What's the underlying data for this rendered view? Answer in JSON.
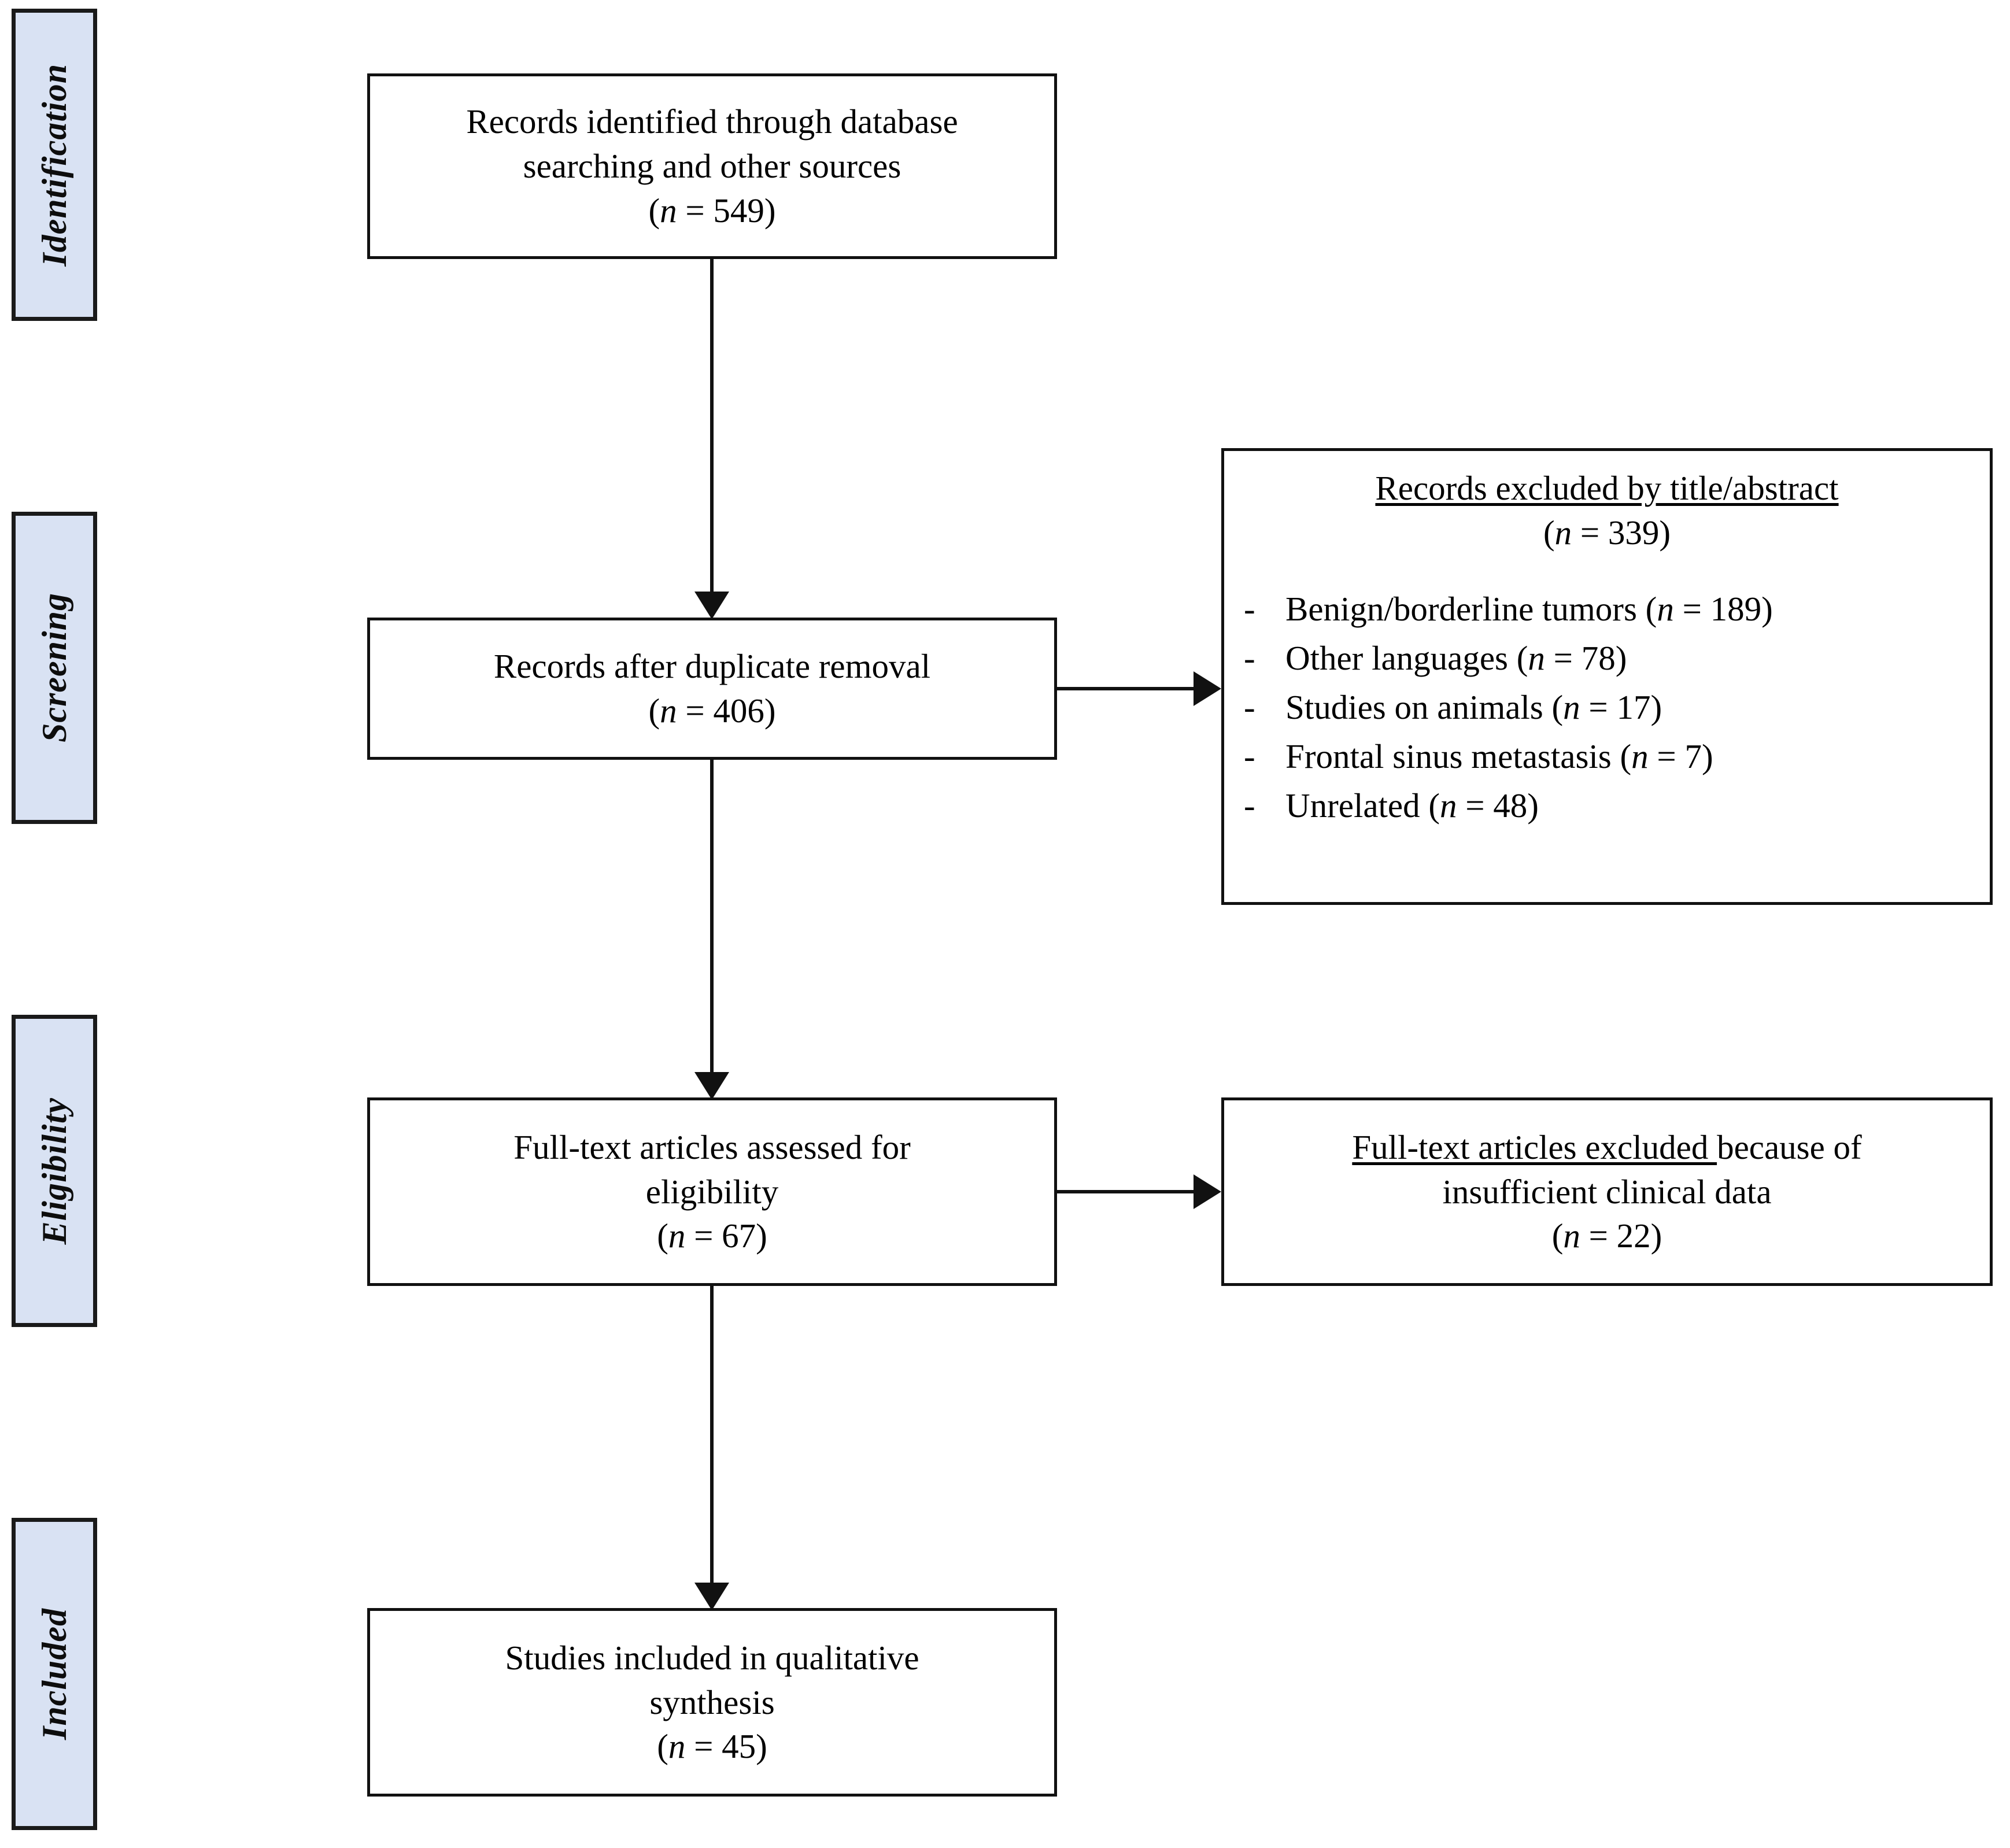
{
  "diagram": {
    "type": "prisma-flow-diagram",
    "title": "PRISMA study selection flow diagram"
  },
  "stages": [
    {
      "id": "identification",
      "label": "Identification"
    },
    {
      "id": "screening",
      "label": "Screening"
    },
    {
      "id": "eligibility",
      "label": "Eligibility"
    },
    {
      "id": "included",
      "label": "Included"
    }
  ],
  "boxes": {
    "identified": {
      "line1": "Records identified through database",
      "line2": "searching and other sources",
      "n_prefix": "(",
      "n_var": "n",
      "n_eq": " = ",
      "n_value": "549",
      "n_suffix": ")",
      "count": 549
    },
    "after_duplicates": {
      "line1": "Records after duplicate removal",
      "n_prefix": "(",
      "n_var": "n",
      "n_eq": " = ",
      "n_value": "406",
      "n_suffix": ")",
      "count": 406
    },
    "excluded_title_abstract": {
      "heading": "Records excluded by title/abstract",
      "n_prefix": "(",
      "n_var": "n",
      "n_eq": " = ",
      "n_value": "339",
      "n_suffix": ")",
      "count": 339,
      "bullet_marker": "-",
      "reasons": [
        {
          "label": "Benign/borderline tumors",
          "n_open": "(",
          "n_var": "n",
          "n_eq": " = ",
          "n_value": "189",
          "n_close": ")",
          "count": 189
        },
        {
          "label": "Other languages",
          "n_open": "(",
          "n_var": "n",
          "n_eq": " = ",
          "n_value": "78",
          "n_close": ")",
          "count": 78
        },
        {
          "label": "Studies on animals",
          "n_open": "(",
          "n_var": "n",
          "n_eq": " = ",
          "n_value": "17",
          "n_close": ")",
          "count": 17
        },
        {
          "label": "Frontal sinus metastasis",
          "n_open": "(",
          "n_var": "n",
          "n_eq": " = ",
          "n_value": "7",
          "n_close": ")",
          "count": 7
        },
        {
          "label": "Unrelated",
          "n_open": "(",
          "n_var": "n",
          "n_eq": " = ",
          "n_value": "48",
          "n_close": ")",
          "count": 48
        }
      ]
    },
    "fulltext_assessed": {
      "line1": "Full-text articles assessed for",
      "line2": "eligibility",
      "n_prefix": "(",
      "n_var": "n",
      "n_eq": " = ",
      "n_value": "67",
      "n_suffix": ")",
      "count": 67
    },
    "fulltext_excluded": {
      "line1_underlined": "Full-text articles excluded ",
      "line1_rest": "because of",
      "line2": "insufficient clinical data",
      "n_prefix": "(",
      "n_var": "n",
      "n_eq": " = ",
      "n_value": "22",
      "n_suffix": ")",
      "count": 22
    },
    "included_synthesis": {
      "line1": "Studies included in qualitative",
      "line2": "synthesis",
      "n_prefix": "(",
      "n_var": "n",
      "n_eq": " = ",
      "n_value": "45",
      "n_suffix": ")",
      "count": 45
    }
  },
  "colors": {
    "stage_fill": "#d9e2f3",
    "stage_border": "#1a1a1a",
    "box_border": "#111111",
    "box_fill": "#ffffff",
    "line": "#111111",
    "text": "#000000",
    "page_background": "#ffffff"
  }
}
